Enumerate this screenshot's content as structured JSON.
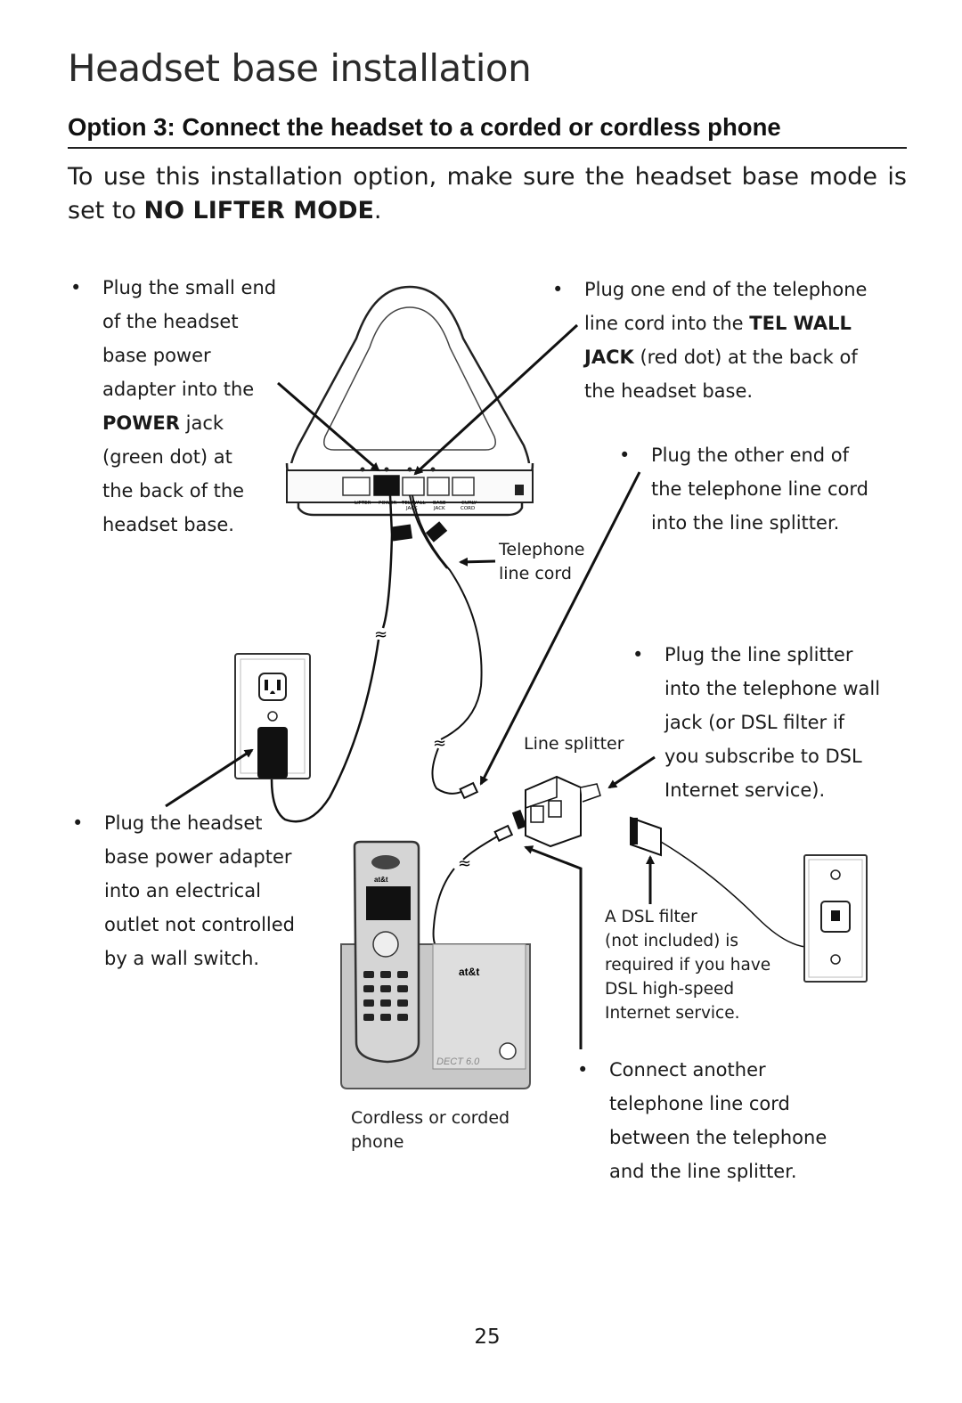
{
  "title": "Headset base installation",
  "option_heading": "Option 3: Connect the headset to a corded or cordless phone",
  "intro": {
    "prefix": "To use this installation option, make sure the headset base mode is set to ",
    "bold": "NO LIFTER MODE",
    "suffix": "."
  },
  "bullets": {
    "power_jack": {
      "bullet": "•",
      "lines": [
        "Plug the small end",
        "of the headset",
        "base power",
        "adapter into the"
      ],
      "bold": "POWER",
      "bold_suffix": " jack",
      "lines_after": [
        "(green dot) at",
        "the back of the",
        "headset base."
      ]
    },
    "outlet": {
      "bullet": "•",
      "lines": [
        "Plug the headset",
        "base power adapter",
        "into an electrical",
        "outlet not controlled",
        "by a wall switch."
      ]
    },
    "tel_wall_jack": {
      "bullet": "•",
      "line1": "Plug one end of the telephone",
      "line2_prefix": "line cord into the ",
      "line2_bold": "TEL WALL",
      "line3_bold": "JACK",
      "line3_suffix": " (red dot) at the back of",
      "line4": "the headset base."
    },
    "other_end": {
      "bullet": "•",
      "lines": [
        "Plug the other end of",
        "the telephone line cord",
        "into the line splitter."
      ]
    },
    "line_splitter": {
      "bullet": "•",
      "lines": [
        "Plug the line splitter",
        "into the telephone wall",
        "jack (or DSL filter if",
        "you subscribe to DSL",
        "Internet service)."
      ]
    },
    "another_cord": {
      "bullet": "•",
      "lines": [
        "Connect another",
        "telephone line cord",
        "between the telephone",
        "and the line splitter."
      ]
    }
  },
  "captions": {
    "telephone_line_cord": [
      "Telephone",
      "line cord"
    ],
    "line_splitter": "Line splitter",
    "dsl_filter": [
      "A DSL filter",
      "(not included) is",
      "required if you have",
      "DSL high-speed",
      "Internet service."
    ],
    "phone": [
      "Cordless or corded",
      "phone"
    ]
  },
  "base_port_labels": [
    "LIFTER",
    "POWER",
    "TEL WALL",
    "BASE",
    "CURLY"
  ],
  "base_port_labels_2": [
    "JACK",
    "JACK",
    "CORD"
  ],
  "phone_brand": "at&t",
  "phone_model": "DECT 6.0",
  "page_number": "25"
}
